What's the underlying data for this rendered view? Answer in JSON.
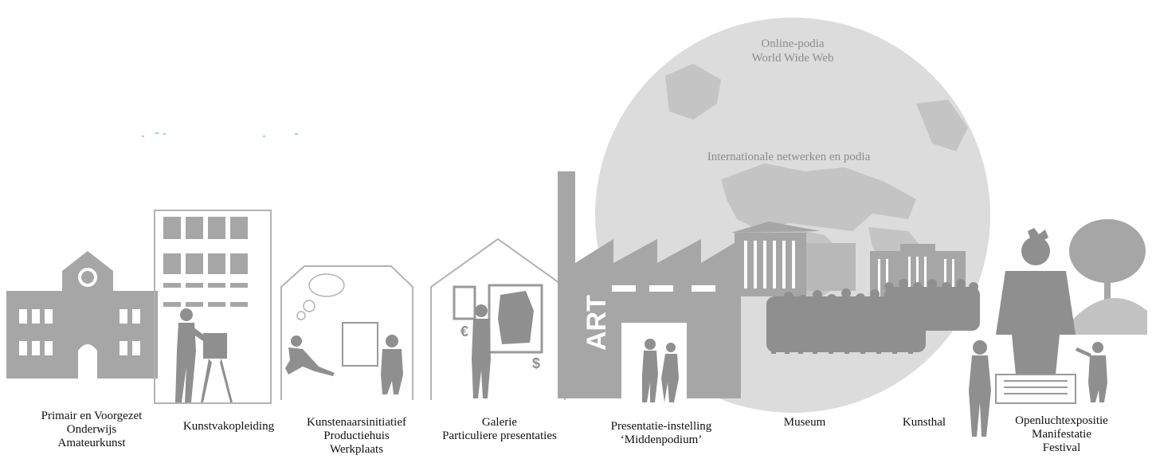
{
  "globe": {
    "top_line1": "Online-podia",
    "top_line2": "World Wide Web",
    "mid_line": "Internationale netwerken en podia"
  },
  "factory_sign": "ART",
  "symbols": {
    "euro": "€",
    "dollar": "$"
  },
  "labels": {
    "school": {
      "line1": "Primair en Voorgezet",
      "line2": "Onderwijs",
      "line3": "Amateurkunst"
    },
    "academy": {
      "line1": "Kunstvakopleiding"
    },
    "initiative": {
      "line1": "Kunstenaarsinitiatief",
      "line2": "Productiehuis",
      "line3": "Werkplaats"
    },
    "gallery": {
      "line1": "Galerie",
      "line2": "Particuliere presentaties"
    },
    "presentation": {
      "line1": "Presentatie-instelling",
      "line2": "‘Middenpodium’"
    },
    "museum": {
      "line1": "Museum"
    },
    "kunsthal": {
      "line1": "Kunsthal"
    },
    "open_air": {
      "line1": "Openluchtexpositie",
      "line2": "Manifestatie",
      "line3": "Festival"
    }
  },
  "colors": {
    "building": "#a6a6a6",
    "silhouette": "#8f8f8f",
    "globe": "#dcdcdc",
    "land": "#c2c2c2",
    "outline": "#b3b3b3"
  }
}
